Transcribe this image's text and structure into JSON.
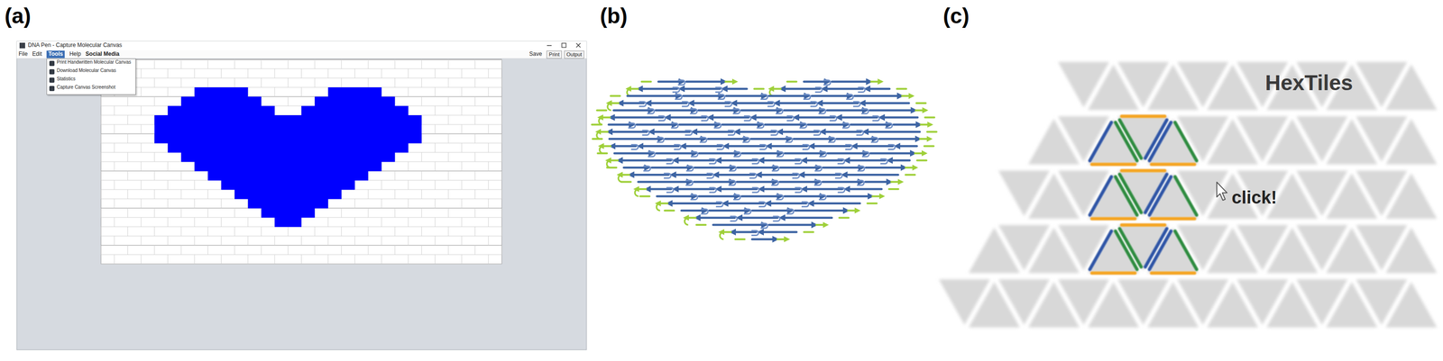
{
  "diagram": {
    "labels": [
      "(a)",
      "(b)",
      "(c)",
      "DNA Pen - Capture Molecular Canvas",
      "File",
      "Edit",
      "Tools",
      "Help",
      "Social Media",
      "Save",
      "Print",
      "Output",
      "Print Handwritten Molecular Canvas",
      "Download Molecular Canvas",
      "Statistics",
      "Capture Canvas Screenshot",
      "HexTiles",
      "click!"
    ]
  }
}
